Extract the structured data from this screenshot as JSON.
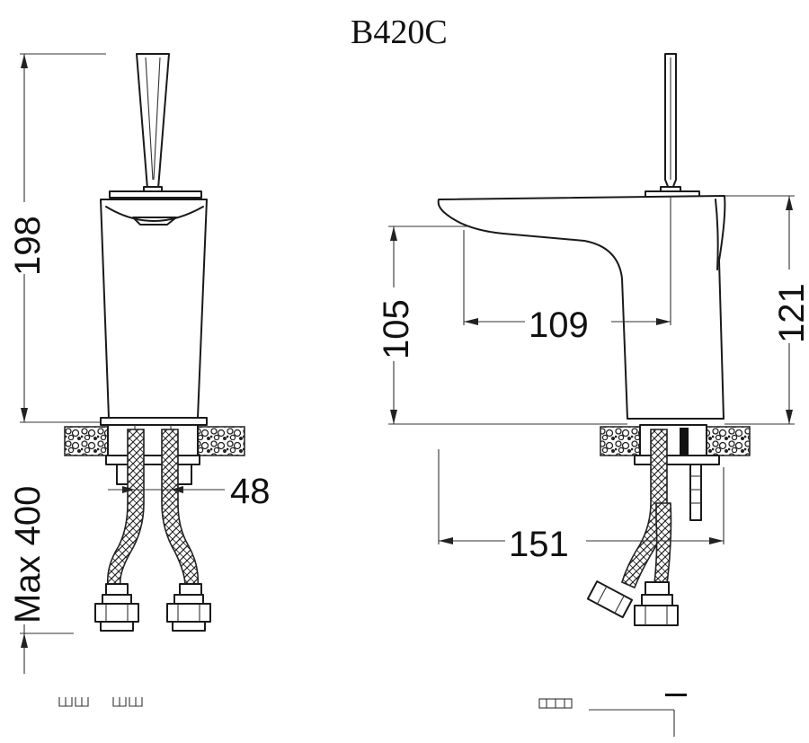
{
  "title": "B420C",
  "front_view": {
    "height_label": "198",
    "hose_label": "Max 400",
    "width_label": "48"
  },
  "side_view": {
    "spout_height_label": "105",
    "reach_label": "109",
    "body_height_label": "121",
    "depth_label": "151"
  }
}
